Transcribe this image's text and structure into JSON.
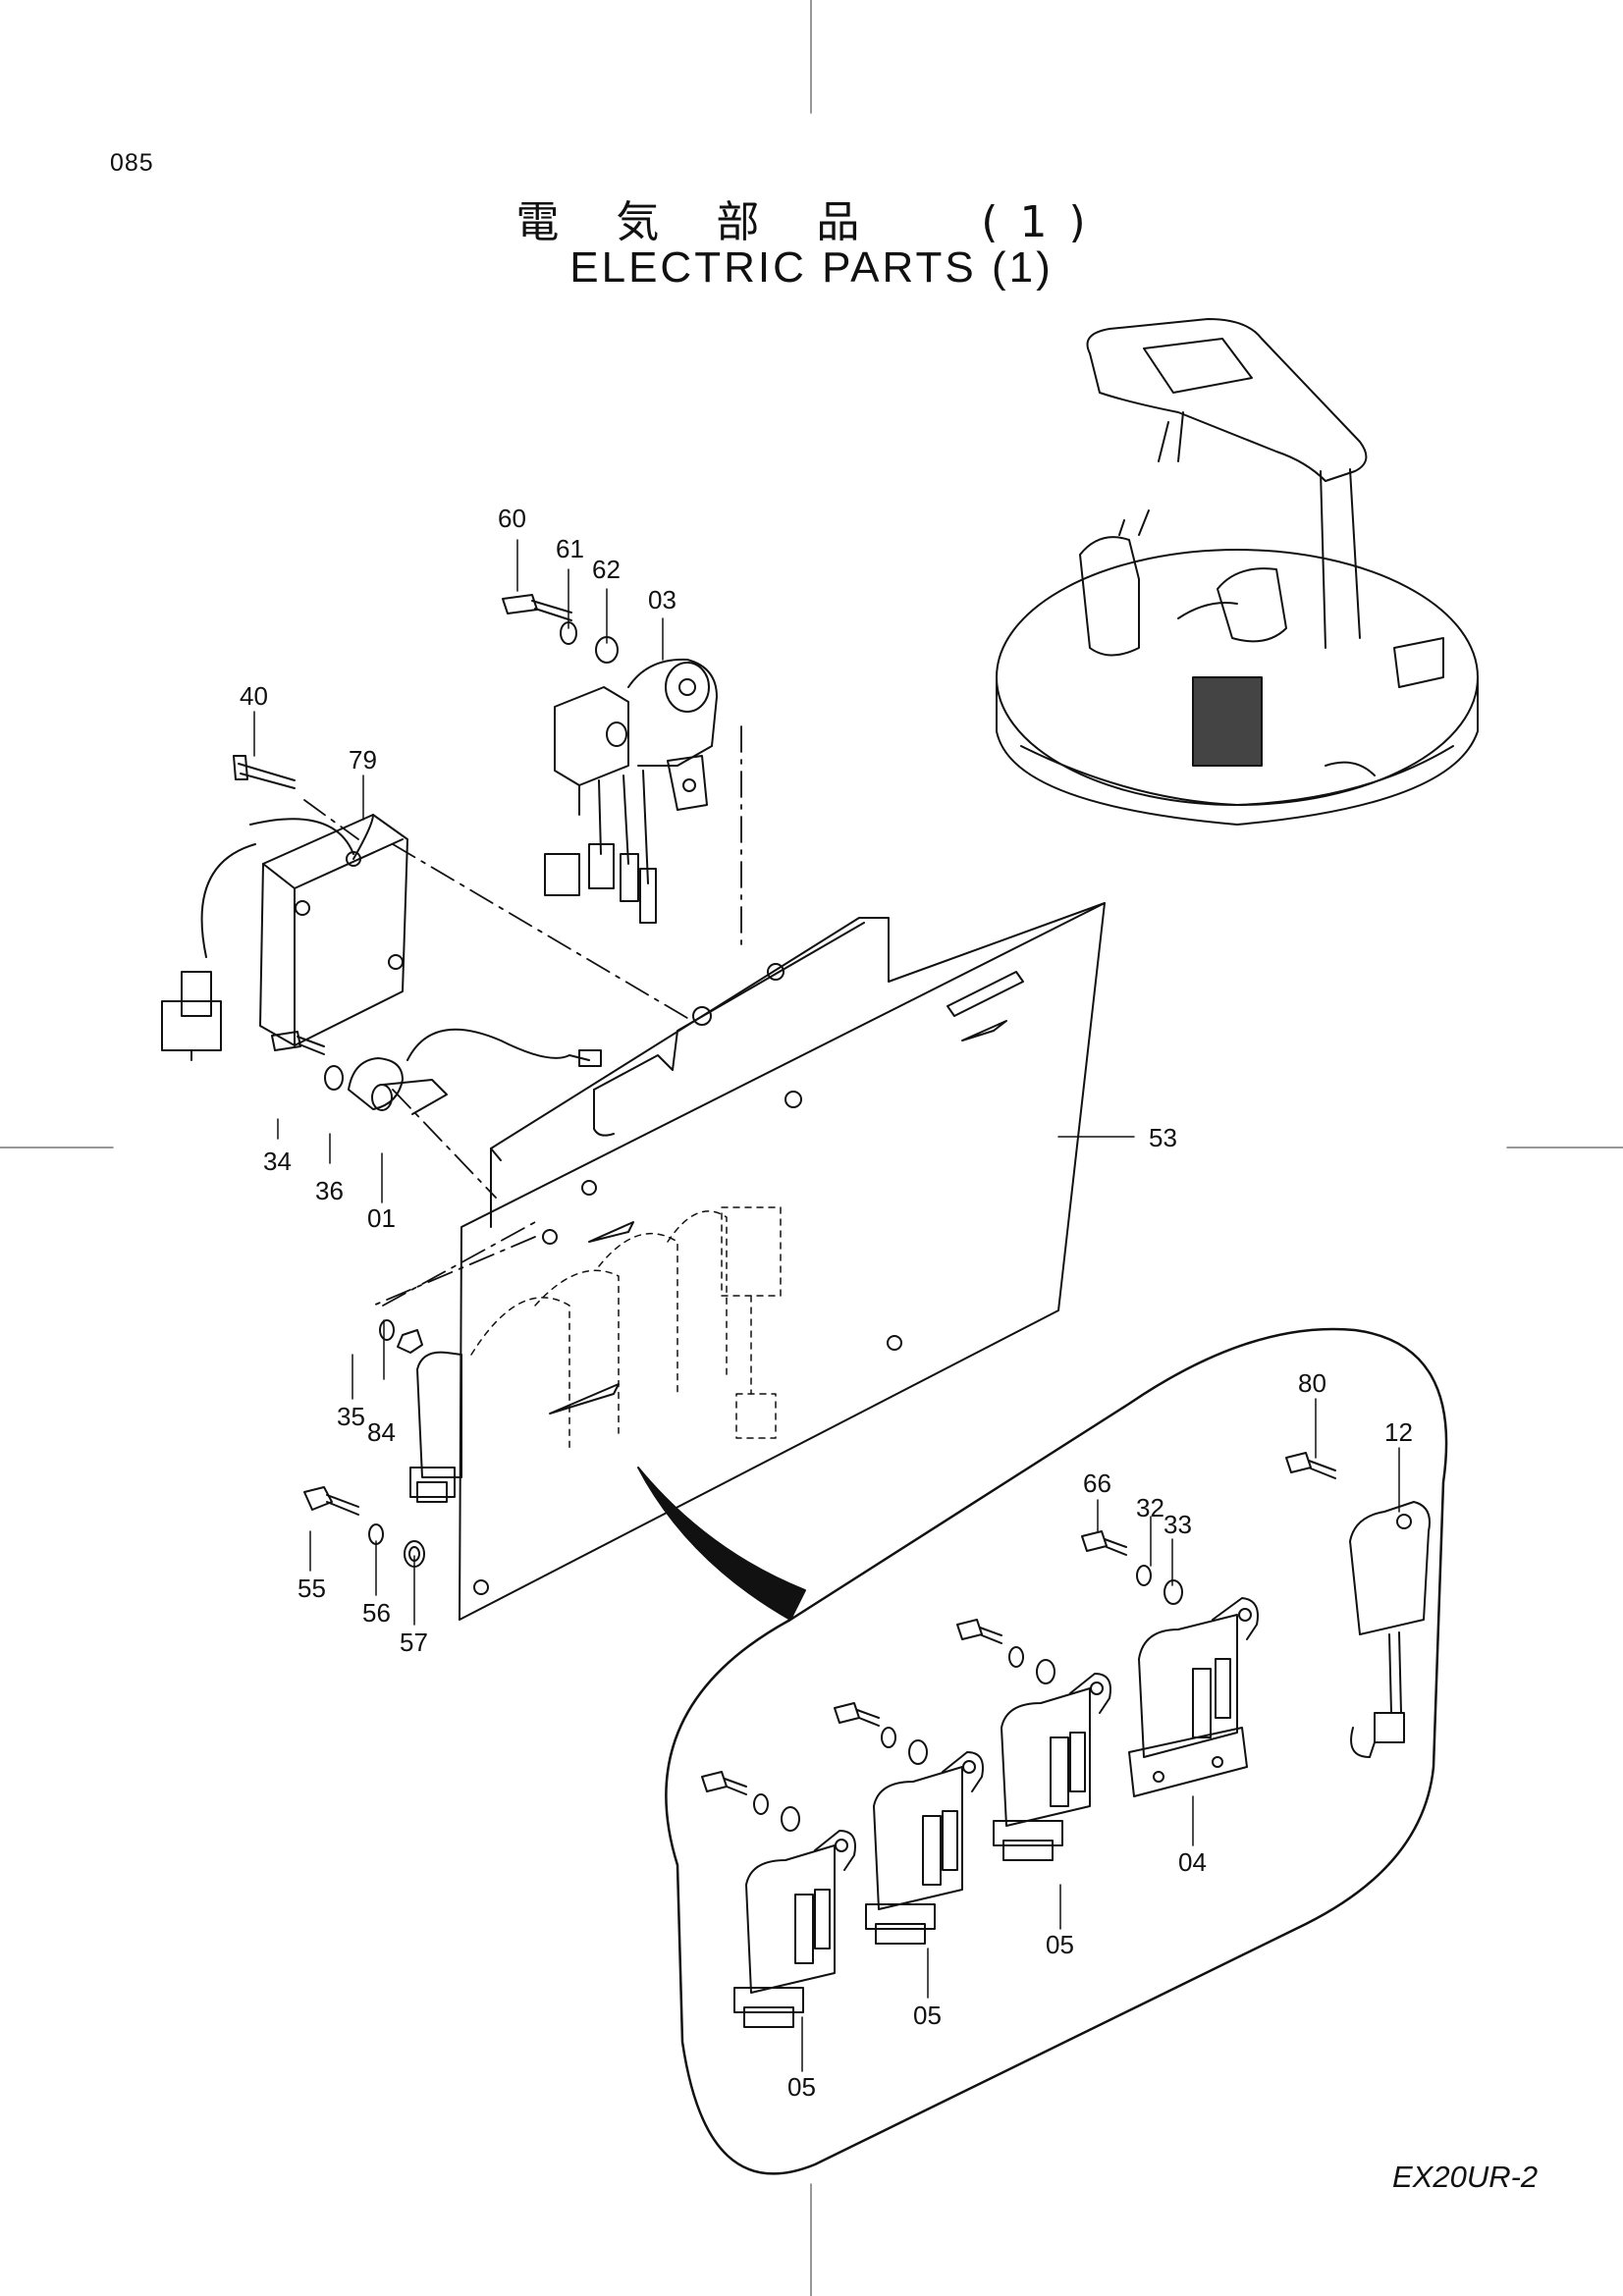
{
  "page_number": "085",
  "title_jp": "電 気 部 品 　(1)",
  "title_en": "ELECTRIC PARTS (1)",
  "model_code": "EX20UR-2",
  "callouts": [
    {
      "id": "c60",
      "label": "60"
    },
    {
      "id": "c61",
      "label": "61"
    },
    {
      "id": "c62",
      "label": "62"
    },
    {
      "id": "c03",
      "label": "03"
    },
    {
      "id": "c40",
      "label": "40"
    },
    {
      "id": "c79",
      "label": "79"
    },
    {
      "id": "c53",
      "label": "53"
    },
    {
      "id": "c34",
      "label": "34"
    },
    {
      "id": "c36",
      "label": "36"
    },
    {
      "id": "c01",
      "label": "01"
    },
    {
      "id": "c35",
      "label": "35"
    },
    {
      "id": "c84",
      "label": "84"
    },
    {
      "id": "c55",
      "label": "55"
    },
    {
      "id": "c56",
      "label": "56"
    },
    {
      "id": "c57",
      "label": "57"
    },
    {
      "id": "c80",
      "label": "80"
    },
    {
      "id": "c12",
      "label": "12"
    },
    {
      "id": "c66",
      "label": "66"
    },
    {
      "id": "c32",
      "label": "32"
    },
    {
      "id": "c33",
      "label": "33"
    },
    {
      "id": "c04",
      "label": "04"
    },
    {
      "id": "c05a",
      "label": "05"
    },
    {
      "id": "c05b",
      "label": "05"
    },
    {
      "id": "c05c",
      "label": "05"
    }
  ]
}
